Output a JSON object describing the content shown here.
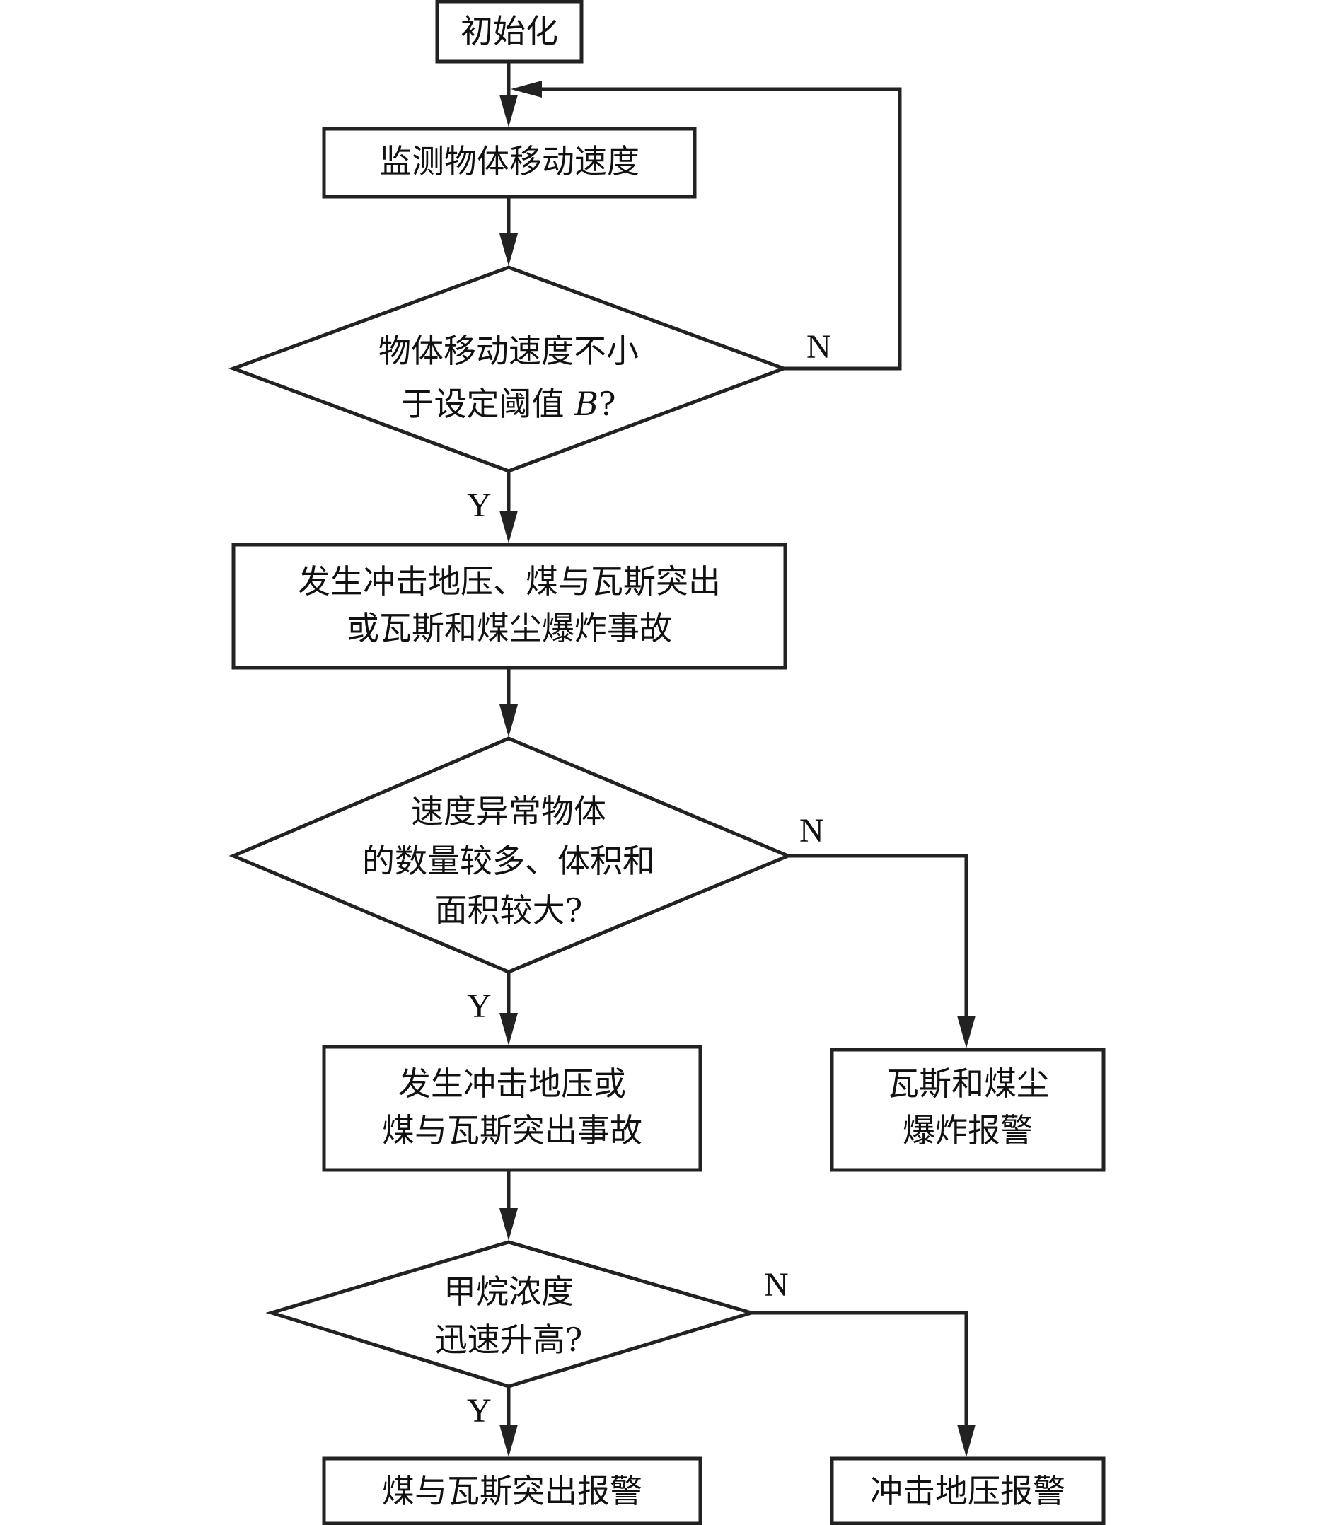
{
  "nodes": {
    "init": {
      "lines": [
        "初始化"
      ]
    },
    "monitor": {
      "lines": [
        "监测物体移动速度"
      ]
    },
    "decision_speed": {
      "line1": "物体移动速度不小",
      "line2_prefix": "于设定阈值 ",
      "line2_var": "B",
      "line2_suffix": "?"
    },
    "event_all": {
      "lines": [
        "发生冲击地压、煤与瓦斯突出",
        "或瓦斯和煤尘爆炸事故"
      ]
    },
    "decision_count": {
      "lines": [
        "速度异常物体",
        "的数量较多、体积和",
        "面积较大?"
      ]
    },
    "event_two": {
      "lines": [
        "发生冲击地压或",
        "煤与瓦斯突出事故"
      ]
    },
    "alarm_gas_dust": {
      "lines": [
        "瓦斯和煤尘",
        "爆炸报警"
      ]
    },
    "decision_methane": {
      "lines": [
        "甲烷浓度",
        "迅速升高?"
      ]
    },
    "alarm_outburst": {
      "lines": [
        "煤与瓦斯突出报警"
      ]
    },
    "alarm_rockburst": {
      "lines": [
        "冲击地压报警"
      ]
    }
  },
  "branch_labels": {
    "yes": "Y",
    "no": "N"
  }
}
